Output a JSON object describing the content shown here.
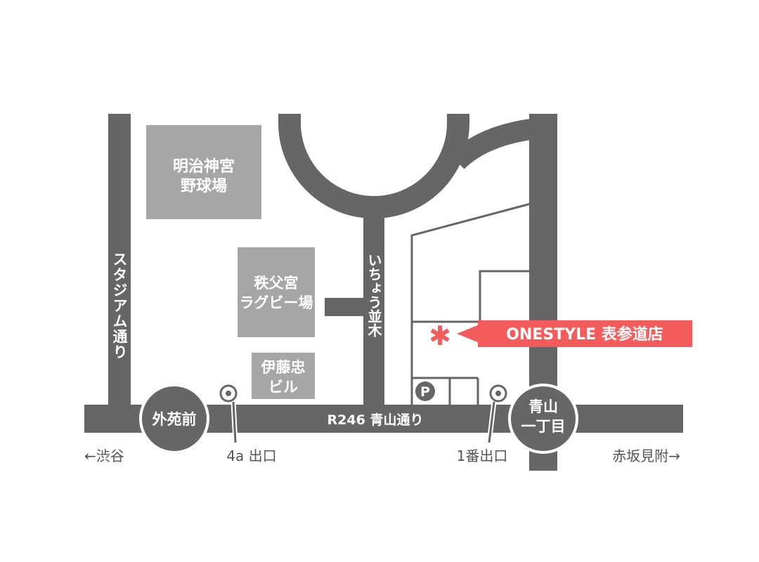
{
  "colors": {
    "road": "#666666",
    "building": "#a6a6a6",
    "accent": "#f45b5b",
    "label_on_dark": "#ffffff",
    "label_on_light": "#ffffff",
    "label_plain": "#555555"
  },
  "buildings": {
    "stadium": [
      "明治神宮",
      "野球場"
    ],
    "rugby": [
      "秩父宮",
      "ラグビー場"
    ],
    "itochu": [
      "伊藤忠",
      "ビル"
    ]
  },
  "streets": {
    "stadium_dori": "スタジアム通り",
    "icho_namiki": "いちょう並木",
    "r246": "R246 青山通り"
  },
  "stations": {
    "gaienmae": "外苑前",
    "aoyama": [
      "青山",
      "一丁目"
    ]
  },
  "exits": {
    "exit_4a": "4a 出口",
    "exit_1": "1番出口"
  },
  "directions": {
    "left": "←渋谷",
    "right": "赤坂見附→"
  },
  "parking": "P",
  "store": {
    "marker": "✱",
    "name": "ONESTYLE 表参道店"
  }
}
